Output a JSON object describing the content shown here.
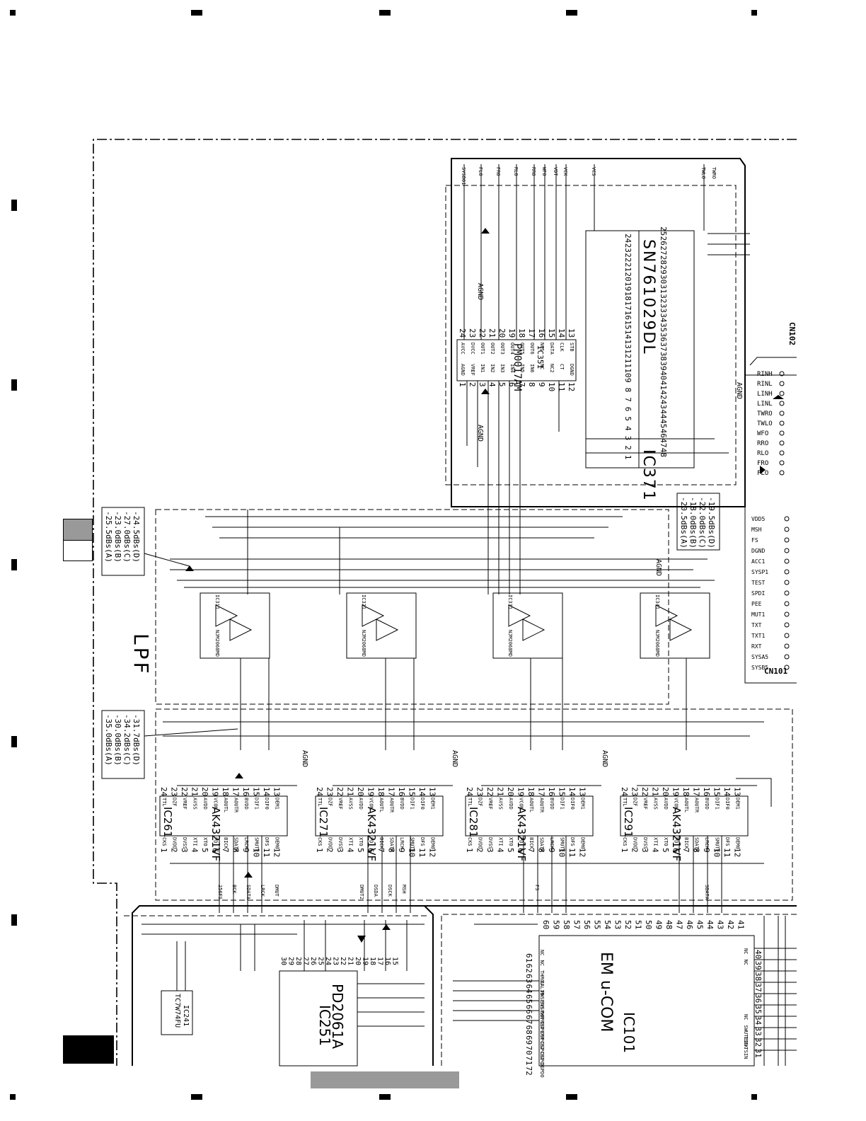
{
  "section_labels": {
    "lpf": "LPF",
    "attenuation_top_left": [
      "-25.5dBs(A)",
      "-23.0dBs(B)",
      "-27.0dBs(C)",
      "-24.5dBs(D)"
    ],
    "attenuation_right": [
      "-20.5dBs(A)",
      "-18.0dBs(B)",
      "-22.0dBs(C)",
      "-19.5dBs(D)"
    ],
    "attenuation_bottom_left": [
      "-35.0dBs(A)",
      "-30.0dBs(B)",
      "-34.2dBs(C)",
      "-31.7dBs(D)"
    ],
    "agnd": "AGND",
    "cn101": "CN101",
    "cn102": "CN102"
  },
  "ics": {
    "ic351": {
      "ref": "IC351",
      "part": "PM0017AM"
    },
    "ic371": {
      "ref": "IC371",
      "part": "SN761029DL"
    },
    "ic261": {
      "ref": "IC261",
      "part": "AK4321VF"
    },
    "ic271": {
      "ref": "IC271",
      "part": "AK4321VF"
    },
    "ic281": {
      "ref": "IC281",
      "part": "AK4321VF"
    },
    "ic291": {
      "ref": "IC291",
      "part": "AK4321VF"
    },
    "ic251": {
      "ref": "IC251",
      "part": "PD2061A"
    },
    "ic241": {
      "ref": "IC241",
      "part": "TC7W74FU"
    },
    "ic101": {
      "ref": "IC101",
      "part": "EM u-COM"
    },
    "opamps": [
      "IC311",
      "IC321",
      "IC331",
      "IC341"
    ],
    "opamp_part": "NJM2068MD"
  },
  "ic351_pins_top": [
    "24",
    "23",
    "22",
    "21",
    "20",
    "19",
    "18",
    "17",
    "16",
    "15",
    "14",
    "13"
  ],
  "ic351_pins_bottom": [
    "1",
    "2",
    "3",
    "4",
    "5",
    "6",
    "7",
    "8",
    "9",
    "10",
    "11",
    "12"
  ],
  "ic351_signals_top": [
    "AVCC",
    "DVCC",
    "OUT1",
    "OUT2",
    "OUT3",
    "OUT4",
    "OUT5",
    "OUT6",
    "NC1",
    "DATA",
    "CLK",
    "STB"
  ],
  "ic351_signals_bottom": [
    "AGND",
    "VREF",
    "IN1",
    "IN2",
    "IN3",
    "IN4",
    "IN5",
    "IN6",
    "NC",
    "NC2",
    "CT",
    "DGND"
  ],
  "ic371_pins_left": [
    "24",
    "23",
    "22",
    "21",
    "20",
    "19",
    "18",
    "17",
    "16",
    "15",
    "14",
    "13",
    "12",
    "11",
    "10",
    "9",
    "8",
    "7",
    "6",
    "5",
    "4",
    "3",
    "2",
    "1"
  ],
  "ic371_pins_right": [
    "25",
    "26",
    "27",
    "28",
    "29",
    "30",
    "31",
    "32",
    "33",
    "34",
    "35",
    "36",
    "37",
    "38",
    "39",
    "40",
    "41",
    "42",
    "43",
    "44",
    "45",
    "46",
    "47",
    "48"
  ],
  "ak_pins_top": [
    "24",
    "23",
    "22",
    "21",
    "20",
    "19",
    "18",
    "17",
    "16",
    "15",
    "14",
    "13"
  ],
  "ak_pins_bottom": [
    "1",
    "2",
    "3",
    "4",
    "5",
    "6",
    "7",
    "8",
    "9",
    "10",
    "11",
    "12"
  ],
  "ak_signals_top": [
    "TTL",
    "DZF",
    "VREF",
    "AVSS",
    "AVDD",
    "VCOM",
    "AOUTL",
    "AOUTR",
    "BVDD",
    "DIF1",
    "DIF0",
    "DEM1"
  ],
  "ak_signals_bottom": [
    "CKS",
    "DVDD",
    "DVSS",
    "XTI",
    "XTO",
    "PD",
    "BICK",
    "SDATA",
    "LRCK",
    "SMUTE",
    "DFS",
    "DEM0"
  ],
  "cn102_pins": [
    "RINH",
    "RINL",
    "LINH",
    "LINL",
    "TWRO",
    "TWLO",
    "WFO",
    "RRO",
    "RLO",
    "FRO",
    "FLO"
  ],
  "cn101_pins": [
    "VDD5",
    "MSH",
    "FS",
    "DGND",
    "ACC1",
    "SYSP1",
    "TEST",
    "SPDI",
    "PEE",
    "MUT1",
    "TXT",
    "TXT1",
    "RXT",
    "SYSA5",
    "SYSB5"
  ],
  "top_nets": [
    "SYSB01",
    "FLO",
    "FRO",
    "RLO",
    "RRO",
    "WFO",
    "VDT",
    "VCK",
    "VCS",
    "TWLO",
    "TWRO"
  ],
  "bottom_nets": [
    "256FS",
    "BCK",
    "SDATA",
    "LRCK",
    "DMUT",
    "DMUT2",
    "DSDA",
    "DSCK",
    "MSH",
    "FS",
    "SDATA"
  ],
  "ucom_pins_top": [
    "60",
    "59",
    "58",
    "57",
    "56",
    "55",
    "54",
    "53",
    "52",
    "51",
    "50",
    "49",
    "48",
    "47",
    "46",
    "45",
    "44",
    "43",
    "42",
    "41"
  ],
  "ucom_pins_left": [
    "61",
    "62",
    "63",
    "64",
    "65",
    "66",
    "67",
    "68",
    "69",
    "70",
    "71",
    "72"
  ],
  "ucom_signals_left": [
    "NC",
    "NC",
    "THROU",
    "CALIB",
    "PWSENS",
    "SYSPWR",
    "DSPRST",
    "DSPERR",
    "DSPCS2",
    "DSPCS1",
    "DSPCK",
    "DSPDO"
  ],
  "ucom_pins_right": [
    "40",
    "39",
    "38",
    "37",
    "36",
    "35",
    "34",
    "33",
    "32",
    "31"
  ],
  "ucom_signals_right": [
    "NC",
    "NC",
    "",
    "",
    "",
    "",
    "NC",
    "SWUTEIN",
    "TSCK",
    "TSIN"
  ],
  "ic251_pins": [
    "30",
    "29",
    "28",
    "27",
    "26",
    "25",
    "24",
    "23",
    "22",
    "21",
    "20",
    "19",
    "18",
    "17",
    "16",
    "15"
  ]
}
